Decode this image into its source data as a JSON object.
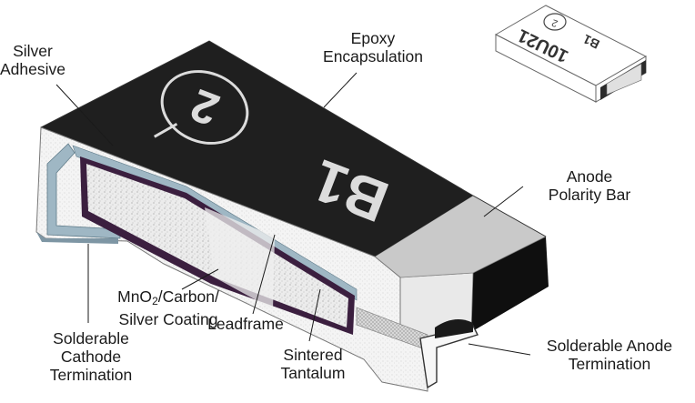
{
  "diagram": {
    "component_marking": {
      "code": "B1",
      "logo": "kemet-logo",
      "inset_marking": "10U21"
    },
    "labels": {
      "silver_adhesive": [
        "Silver",
        "Adhesive"
      ],
      "epoxy_encapsulation": [
        "Epoxy",
        "Encapsulation"
      ],
      "anode_polarity_bar": [
        "Anode",
        "Polarity Bar"
      ],
      "mno2_coating": {
        "line1_prefix": "MnO",
        "line1_sub": "2",
        "line1_suffix": "/Carbon/",
        "line2": "Silver Coating"
      },
      "solderable_cathode_termination": [
        "Solderable",
        "Cathode",
        "Termination"
      ],
      "leadframe": [
        "Leadframe"
      ],
      "sintered_tantalum": [
        "Sintered",
        "Tantalum"
      ],
      "solderable_anode_termination": [
        "Solderable Anode",
        "Termination"
      ]
    },
    "colors": {
      "epoxy_top": "#1f1f1f",
      "epoxy_section": "#f2f2f2",
      "polarity_bar": "#c9c9c9",
      "silver_layer": "#9fb7c4",
      "mno2_layer": "#3b1f3f",
      "tantalum": "#e4e4e4",
      "leader": "#1a1a1a"
    }
  }
}
